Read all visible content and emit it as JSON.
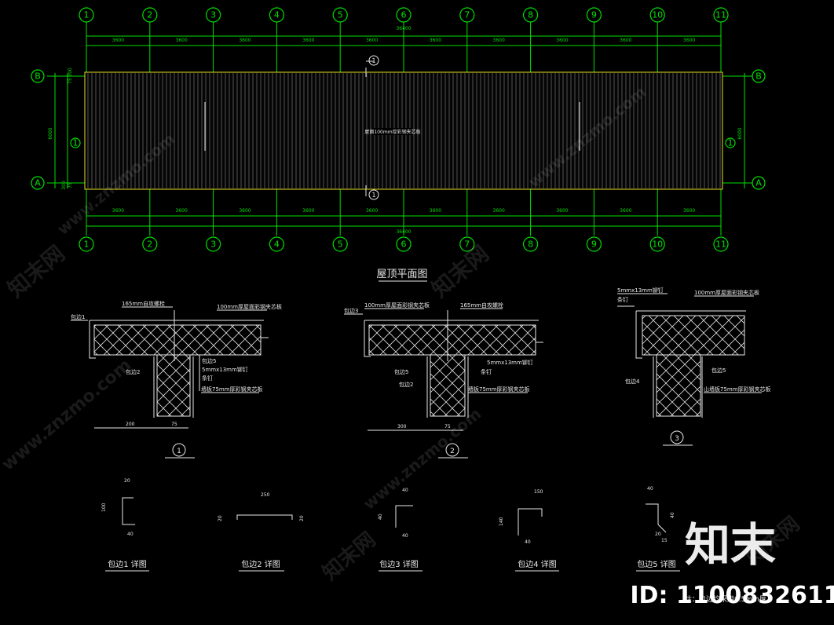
{
  "plan": {
    "axes_top": [
      "1",
      "2",
      "3",
      "4",
      "5",
      "6",
      "7",
      "8",
      "9",
      "10",
      "11"
    ],
    "axes_side": [
      "B",
      "A"
    ],
    "bay_dim": "3600",
    "total_dim": "36400",
    "depth_dim": "6000",
    "edge_dims": [
      "200",
      "75",
      "300",
      "75"
    ],
    "center_note": "屋面100mm厚彩钢夹芯板",
    "section_marks": [
      "1",
      "1"
    ],
    "title": "屋顶平面图"
  },
  "details": [
    {
      "mark": "1",
      "labels": [
        "165mm自攻螺栓",
        "100mm厚屋面彩钢夹芯板",
        "包边1",
        "包边2",
        "包边5",
        "5mmx13mm铆钉",
        "条钉",
        "墙板75mm厚彩钢夹芯板"
      ],
      "dims": [
        "200",
        "75"
      ]
    },
    {
      "mark": "2",
      "labels": [
        "100mm厚屋面彩钢夹芯板",
        "165mm自攻螺栓",
        "包边3",
        "包边5",
        "包边2",
        "5mmx13mm铆钉",
        "条钉",
        "墙板75mm厚彩钢夹芯板"
      ],
      "dims": [
        "300",
        "75"
      ]
    },
    {
      "mark": "3",
      "labels": [
        "5mmx13mm铆钉",
        "条钉",
        "100mm厚屋面彩钢夹芯板",
        "包边4",
        "包边5",
        "山墙板75mm厚彩钢夹芯板"
      ],
      "dims": []
    }
  ],
  "trims": [
    {
      "title": "包边1 详图",
      "dims": [
        "20",
        "100",
        "40"
      ]
    },
    {
      "title": "包边2 详图",
      "dims": [
        "250",
        "20",
        "20"
      ]
    },
    {
      "title": "包边3 详图",
      "dims": [
        "40",
        "40",
        "40"
      ]
    },
    {
      "title": "包边4 详图",
      "dims": [
        "150",
        "140",
        "40"
      ]
    },
    {
      "title": "包边5 详图",
      "dims": [
        "40",
        "40",
        "15",
        "20"
      ]
    }
  ],
  "footnote": "注：包边均采用0.5mm厚",
  "watermark": {
    "brand": "知末",
    "site": "www.znzmo.com",
    "id": "ID: 1100832611",
    "wm_text": "知末网"
  },
  "colors": {
    "axis": "#00e000",
    "line": "#e8e8e8",
    "roof_edge": "#e8e020",
    "bg": "#000000"
  }
}
